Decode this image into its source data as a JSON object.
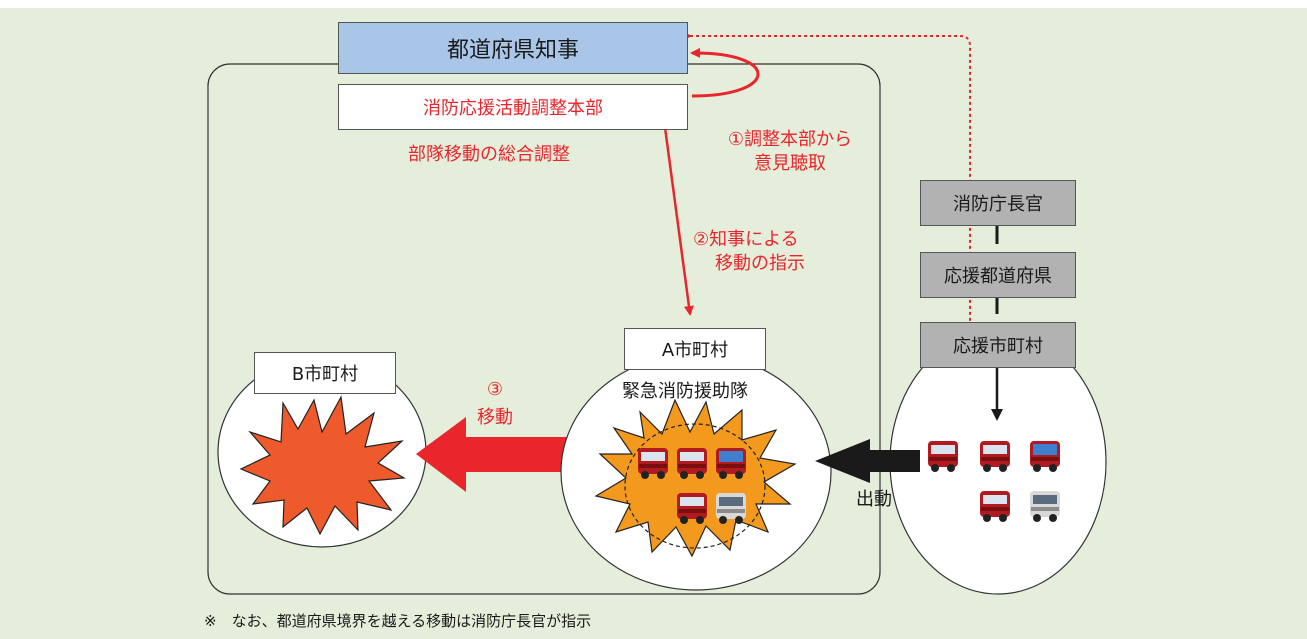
{
  "governor": {
    "label": "都道府県知事",
    "fill": "#a9c6e8"
  },
  "hq": {
    "label": "消防応援活動調整本部",
    "sub_label": "部隊移動の総合調整"
  },
  "steps": {
    "step1": [
      "①調整本部から",
      "意見聴取"
    ],
    "step2": [
      "②知事による",
      "移動の指示"
    ],
    "step3": [
      "③",
      "移動"
    ]
  },
  "chain": {
    "items": [
      "消防庁長官",
      "応援都道府県",
      "応援市町村"
    ],
    "fill": "#b2b2b2"
  },
  "municipalities": {
    "a_label": "A市町村",
    "a_caption": "緊急消防援助隊",
    "b_label": "B市町村"
  },
  "dispatch_label": "出動",
  "footnote": "※　なお、都道府県境界を越える移動は消防庁長官が指示",
  "colors": {
    "background": "#e4eedb",
    "accent_red": "#e8262c",
    "burst_orange": "#f39a1e",
    "burst_orange_red": "#ee5a2c"
  }
}
